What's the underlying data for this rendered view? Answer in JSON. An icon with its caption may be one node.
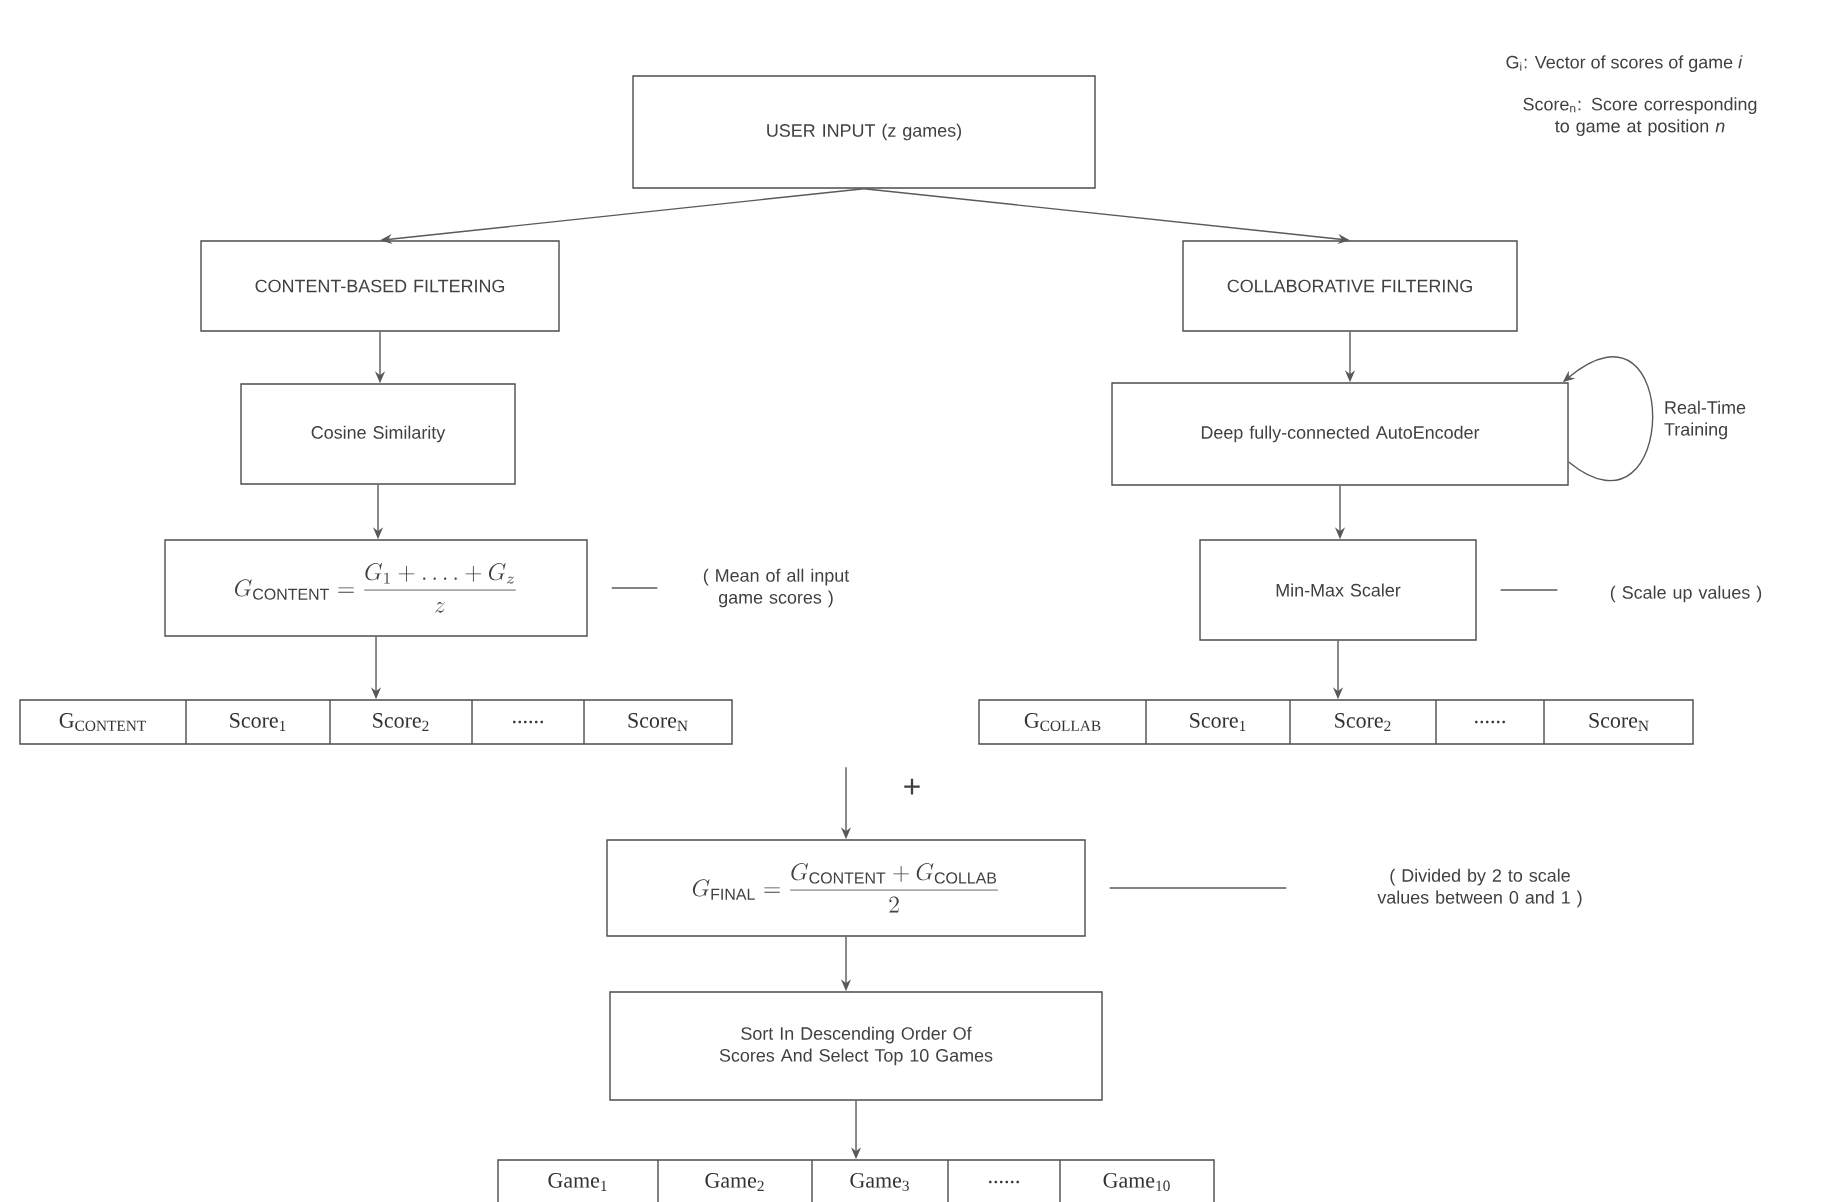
{
  "diagram": {
    "nodes": [
      {
        "text": [
          "USER INPUT (z games)"
        ]
      },
      {
        "text": [
          "CONTENT-BASED FILTERING"
        ]
      },
      {
        "text": [
          "COLLABORATIVE FILTERING"
        ]
      },
      {
        "text": [
          "Cosine Similarity"
        ]
      },
      {
        "text": [
          "Deep fully-connected AutoEncoder"
        ]
      },
      {
        "text": [
          "G_{\\mathrm{CONTENT}} = \\frac{G_1 + \\ldots. + G_z}{z}"
        ]
      },
      {
        "text": [
          "( Mean of all input game scores )"
        ]
      },
      {
        "text": [
          "Min-Max Scaler"
        ]
      },
      {
        "text": [
          "( Scale up values )"
        ]
      },
      {
        "text": [
          "G$_{CONTENT}$",
          "Score$_{1}$",
          "Score$_{2}$",
          "......",
          "Score$_{N}$"
        ]
      },
      {
        "text": [
          "G$_{COLLAB}$",
          "Score$_{1}$",
          "Score$_{2}$",
          "......",
          "Score$_{N}$"
        ]
      },
      {
        "text": [
          "G_{\\mathrm{FINAL}} = \\frac{G_{\\mathrm{CONTENT}} + G_{\\mathrm{COLLAB}}}{2}"
        ]
      },
      {
        "text": [
          "( Divided by 2 to scale values between 0 and 1 )"
        ]
      },
      {
        "text": [
          "Sort In Descending Order Of Scores And Select Top 10 Games"
        ]
      },
      {
        "text": [
          "Game$_{1}$",
          "Game$_{2}$",
          "Game$_{3}$",
          "......",
          "Game$_{10}$"
        ]
      }
    ],
    "edges": [
      {
        "from": 0,
        "to": 1,
        "arrow": "to"
      },
      {
        "from": 0,
        "to": 2,
        "arrow": "to"
      },
      {
        "from": 1,
        "to": 3,
        "arrow": "to"
      },
      {
        "from": 2,
        "to": 4,
        "arrow": "to"
      },
      {
        "from": 3,
        "to": 5,
        "arrow": "to"
      },
      {
        "from": 4,
        "to": 4,
        "arrow": "to",
        "label": "Real-Time Training"
      },
      {
        "from": 4,
        "to": 7,
        "arrow": "to"
      },
      {
        "from": 5,
        "to": 6,
        "arrow": "none"
      },
      {
        "from": 7,
        "to": 8,
        "arrow": "none"
      },
      {
        "from": 5,
        "to": 9,
        "arrow": "to"
      },
      {
        "from": 7,
        "to": 10,
        "arrow": "to"
      },
      {
        "from": null,
        "to": 11,
        "arrow": "to"
      },
      {
        "from": 11,
        "to": 12,
        "arrow": "none"
      },
      {
        "from": 11,
        "to": 13,
        "arrow": "to"
      },
      {
        "from": 13,
        "to": 14,
        "arrow": "to"
      }
    ],
    "labels": [
      "G$_{i}$: Vector of scores of game *i*",
      "Score$_{n}$: Score corresponding to game at position *n*",
      "+"
    ]
  }
}
